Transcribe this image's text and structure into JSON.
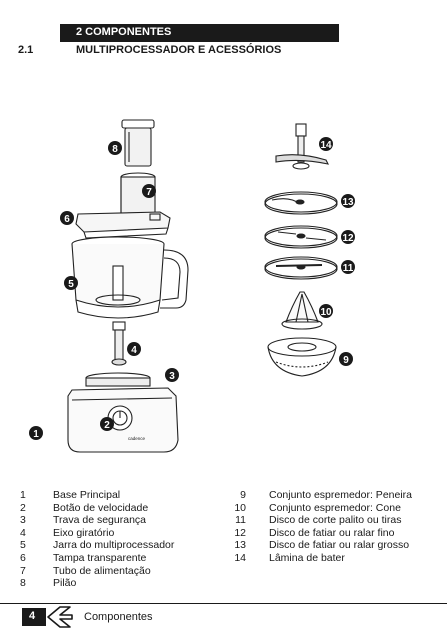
{
  "header": {
    "chapter": "2   COMPONENTES"
  },
  "section": {
    "number": "2.1",
    "title": "MULTIPROCESSADOR E ACESSÓRIOS"
  },
  "illustration": {
    "callouts": [
      "1",
      "2",
      "3",
      "4",
      "5",
      "6",
      "7",
      "8",
      "9",
      "10",
      "11",
      "12",
      "13",
      "14"
    ],
    "brand_mark": "cadence"
  },
  "legend_left": [
    {
      "num": "1",
      "label": "Base Principal"
    },
    {
      "num": "2",
      "label": "Botão de velocidade"
    },
    {
      "num": "3",
      "label": "Trava de segurança"
    },
    {
      "num": "4",
      "label": "Eixo giratório"
    },
    {
      "num": "5",
      "label": "Jarra do multiprocessador"
    },
    {
      "num": "6",
      "label": "Tampa transparente"
    },
    {
      "num": "7",
      "label": "Tubo de alimentação"
    },
    {
      "num": "8",
      "label": "Pilão"
    }
  ],
  "legend_right": [
    {
      "num": "9",
      "label": "Conjunto espremedor: Peneira"
    },
    {
      "num": "10",
      "label": "Conjunto espremedor: Cone"
    },
    {
      "num": "11",
      "label": "Disco de corte palito ou tiras"
    },
    {
      "num": "12",
      "label": "Disco de fatiar ou ralar fino"
    },
    {
      "num": "13",
      "label": "Disco de fatiar ou ralar grosso"
    },
    {
      "num": "14",
      "label": "Lâmina de bater"
    }
  ],
  "footer": {
    "page": "4",
    "label": "Componentes"
  }
}
